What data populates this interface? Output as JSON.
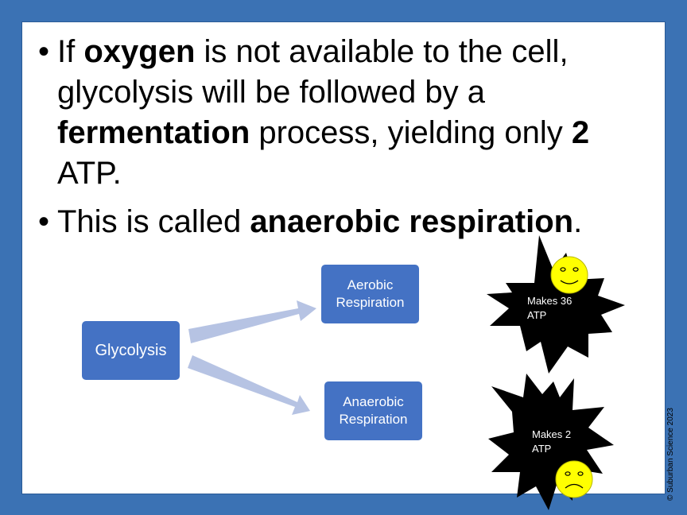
{
  "bullets": {
    "b1": {
      "pre": "If ",
      "bold1": "oxygen",
      "mid1": " is not available to the cell, glycolysis will be followed by a ",
      "bold2": "fermentation",
      "mid2": " process, yielding only ",
      "bold3": "2",
      "post": " ATP."
    },
    "b2": {
      "pre": "This is called ",
      "bold": "anaerobic respiration",
      "post": "."
    }
  },
  "diagram": {
    "glycolysis": "Glycolysis",
    "aerobic_line1": "Aerobic",
    "aerobic_line2": "Respiration",
    "anaerobic_line1": "Anaerobic",
    "anaerobic_line2": "Respiration"
  },
  "stars": {
    "top_line1": "Makes 36",
    "top_line2": "ATP",
    "bottom_line1": "Makes 2",
    "bottom_line2": "ATP"
  },
  "copyright": "© Suburban Science 2023",
  "colors": {
    "frame": "#3b72b4",
    "box": "#4472c4",
    "arrow": "#a9b8de",
    "star": "#000000",
    "face": "#ffff00"
  }
}
